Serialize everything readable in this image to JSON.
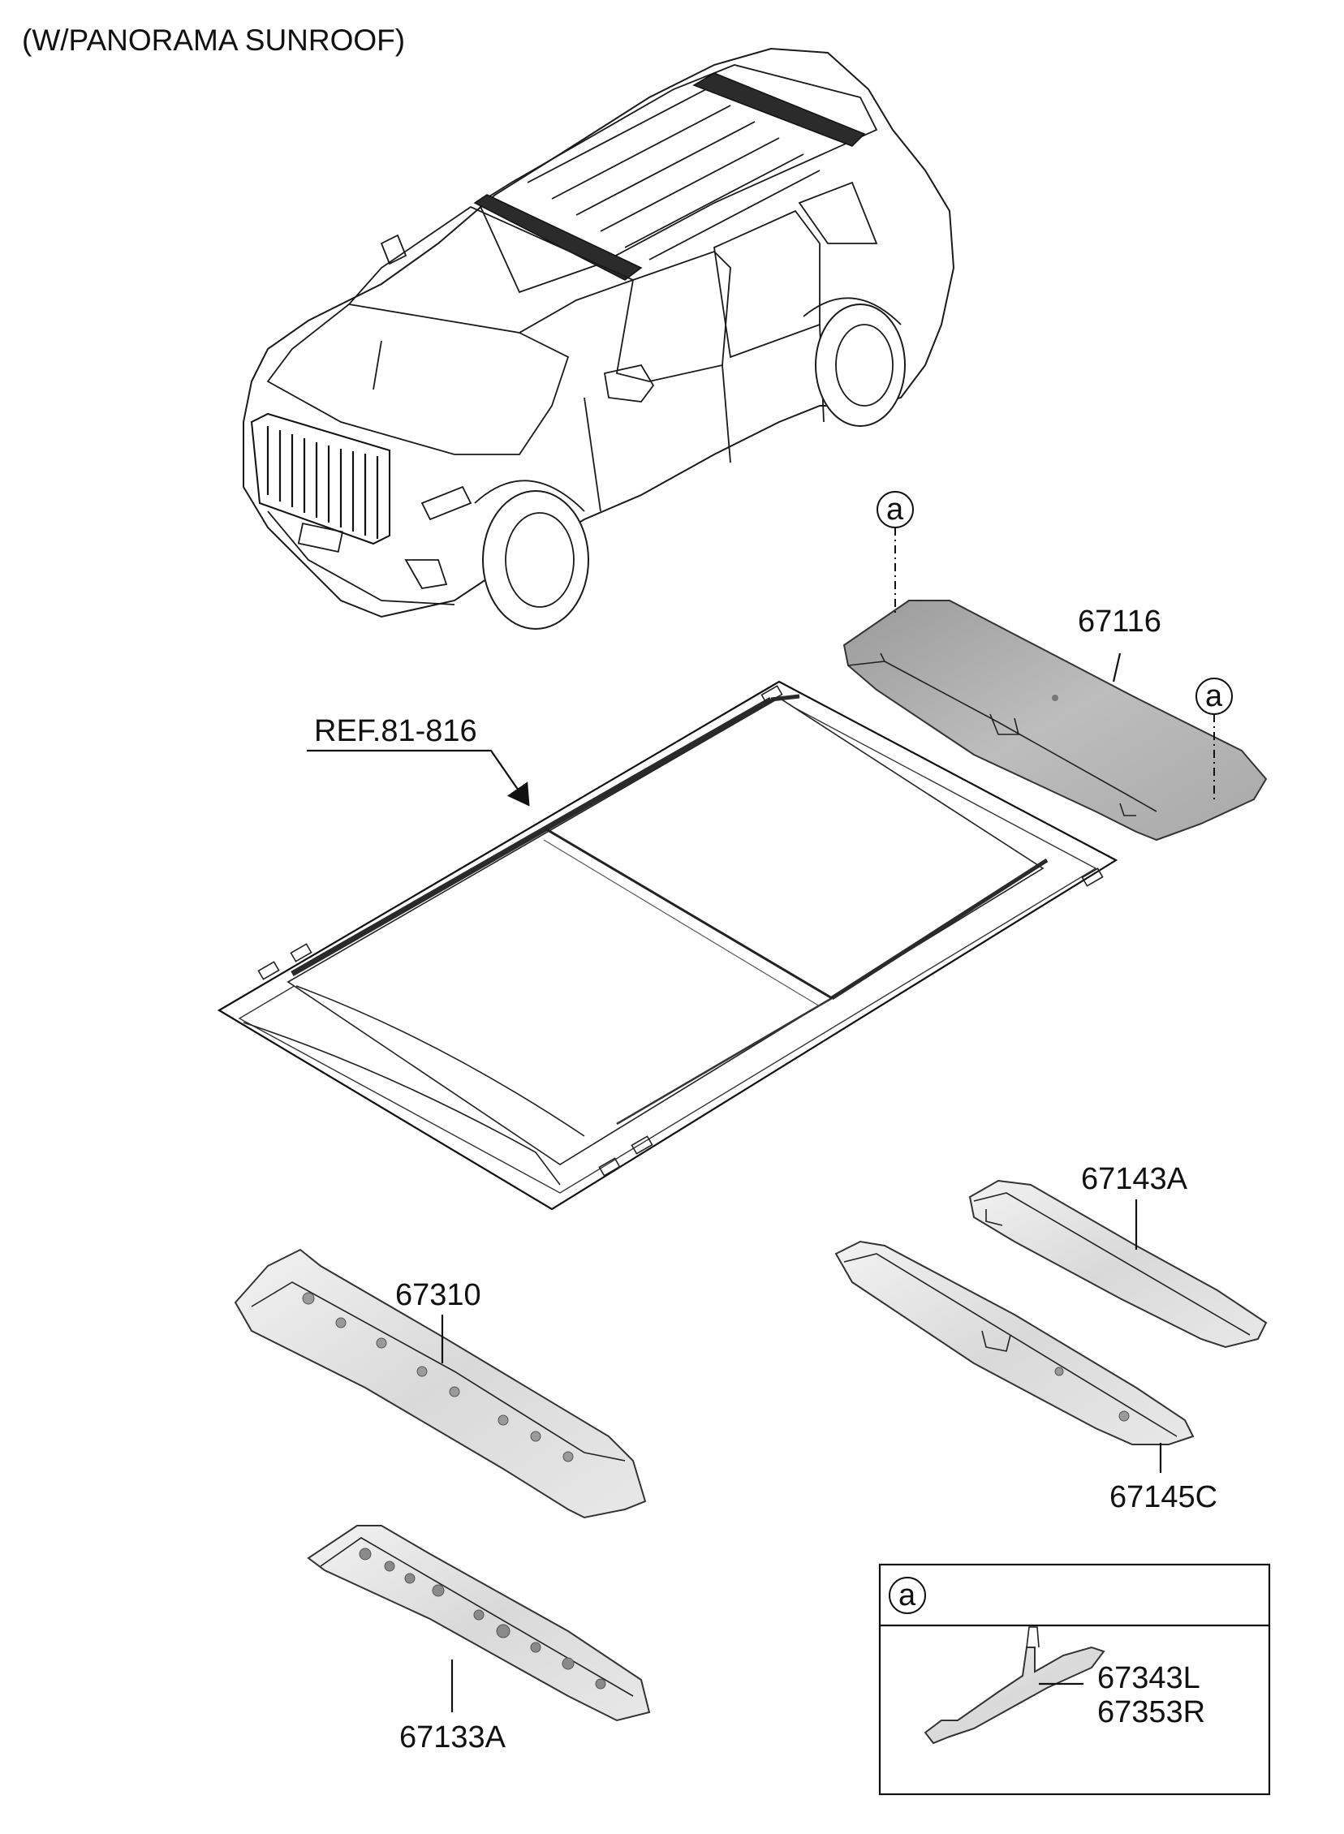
{
  "title": "(W/PANORAMA SUNROOF)",
  "callout_letter": "a",
  "ref_label": "REF.81-816",
  "parts": {
    "p67116": "67116",
    "p67310": "67310",
    "p67133A": "67133A",
    "p67143A": "67143A",
    "p67145C": "67145C",
    "p67343L": "67343L",
    "p67353R": "67353R"
  },
  "colors": {
    "line": "#111111",
    "part_fill_light": "#e4e4e4",
    "part_fill_dark": "#c4c4c4",
    "sunroof_seal": "#2a2a2a"
  }
}
